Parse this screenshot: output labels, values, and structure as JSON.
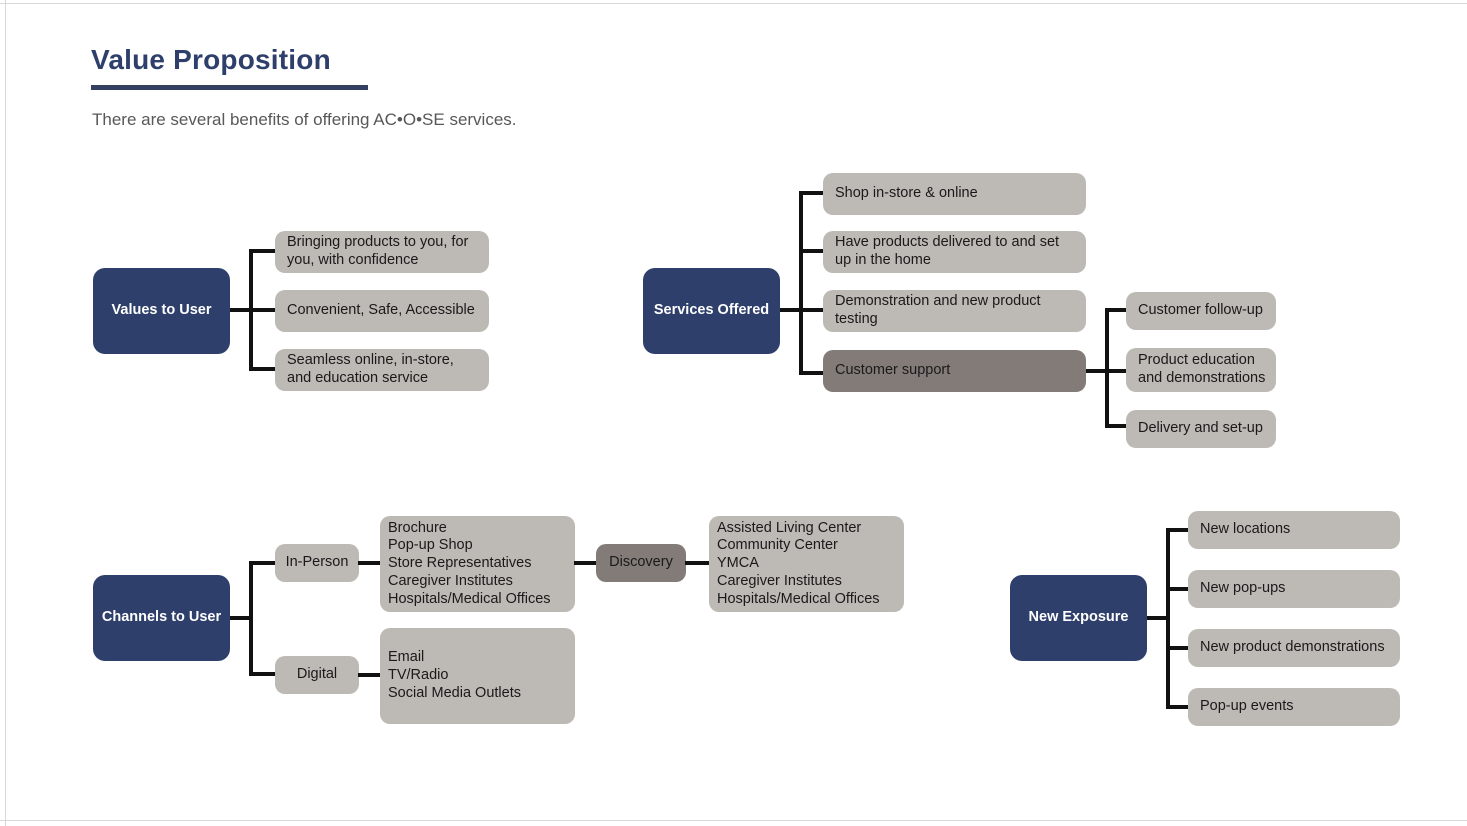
{
  "header": {
    "title": "Value Proposition",
    "subtitle": "There are several benefits of offering AC•O•SE services."
  },
  "colors": {
    "navy": "#2e3f6b",
    "gray": "#bdb9b5",
    "accent_gray": "#837b78",
    "connector": "#111111",
    "title_text": "#2e3f6b",
    "subtitle_text": "#58585a",
    "frame": "#d8d8d8"
  },
  "clusters": {
    "values_to_user": {
      "root": "Values to User",
      "children": [
        "Bringing products to you, for you, with confidence",
        "Convenient, Safe, Accessible",
        "Seamless online, in-store, and education service"
      ]
    },
    "services_offered": {
      "root": "Services Offered",
      "children": [
        "Shop in-store & online",
        "Have products delivered to and set up in the home",
        "Demonstration and new product testing",
        "Customer support"
      ],
      "highlighted_child": "Customer support",
      "sub_children": [
        "Customer follow-up",
        "Product education and demonstrations",
        "Delivery and set-up"
      ]
    },
    "channels_to_user": {
      "root": "Channels to User",
      "branches": [
        {
          "label": "In-Person",
          "items": "Brochure\nPop-up Shop\nStore Representatives\nCaregiver Institutes\nHospitals/Medical Offices"
        },
        {
          "label": "Digital",
          "items": "Email\nTV/Radio\nSocial Media Outlets"
        }
      ],
      "discovery_label": "Discovery",
      "discovery_items": "Assisted Living Center\nCommunity Center\nYMCA\nCaregiver Institutes\nHospitals/Medical Offices"
    },
    "new_exposure": {
      "root": "New Exposure",
      "children": [
        "New locations",
        "New pop-ups",
        "New product demonstrations",
        "Pop-up events"
      ]
    }
  }
}
